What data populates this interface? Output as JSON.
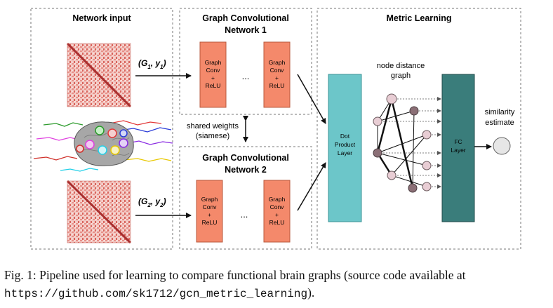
{
  "panels": {
    "input_title": "Network input",
    "gcn1_title_line1": "Graph Convolutional",
    "gcn1_title_line2": "Network 1",
    "gcn2_title_line1": "Graph Convolutional",
    "gcn2_title_line2": "Network 2",
    "metric_title": "Metric Learning"
  },
  "inputs": {
    "pair1_g": "(G",
    "pair1_gsub": "1",
    "pair1_sep": ", y",
    "pair1_ysub": "1",
    "pair1_close": ")",
    "pair2_g": "(G",
    "pair2_gsub": "2",
    "pair2_sep": ", y",
    "pair2_ysub": "2",
    "pair2_close": ")"
  },
  "gcn_block": {
    "line1": "Graph",
    "line2": "Conv",
    "line3": "+",
    "line4": "ReLU",
    "ellipsis": "..."
  },
  "shared": {
    "line1": "shared weights",
    "line2": "(siamese)"
  },
  "dot_product": {
    "line1": "Dot",
    "line2": "Product",
    "line3": "Layer"
  },
  "node_distance": {
    "line1": "node distance",
    "line2": "graph"
  },
  "fc": {
    "line1": "FC",
    "line2": "Layer"
  },
  "similarity": {
    "line1": "similarity",
    "line2": "estimate"
  },
  "caption": {
    "prefix": "Fig. 1: Pipeline used for learning to compare functional brain graphs (source code available at ",
    "url": "https://github.com/sk1712/gcn_metric_learning",
    "suffix": ")."
  },
  "colors": {
    "gcn_block": "#f4896b",
    "dot_product": "#6cc6c9",
    "fc_layer": "#3a7d7b",
    "node_light": "#e8cdd4",
    "node_dark": "#8b6f76"
  }
}
